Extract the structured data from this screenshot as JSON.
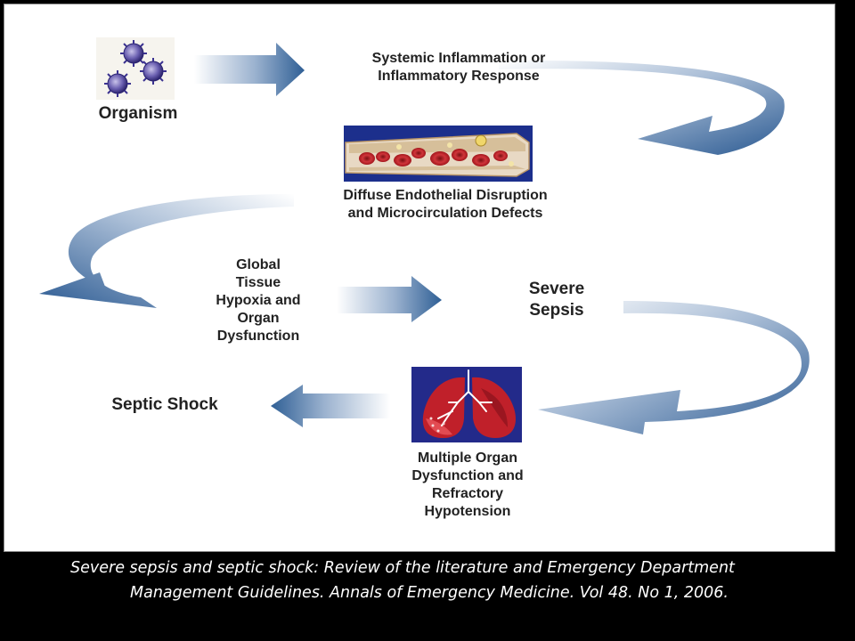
{
  "diagram": {
    "organism": {
      "label": "Organism"
    },
    "steps": [
      {
        "lines": [
          "Systemic Inflammation or",
          "Inflammatory Response"
        ]
      },
      {
        "lines": [
          "Diffuse Endothelial Disruption",
          "and Microcirculation Defects"
        ]
      },
      {
        "lines": [
          "Global",
          "Tissue",
          "Hypoxia and",
          "Organ",
          "Dysfunction"
        ]
      },
      {
        "lines": [
          "Severe",
          "Sepsis"
        ]
      },
      {
        "lines": [
          "Multiple Organ",
          "Dysfunction and",
          "Refractory",
          "Hypotension"
        ]
      }
    ],
    "outcome": {
      "label": "Septic Shock"
    },
    "images": [
      {
        "name": "organism-virus-icon"
      },
      {
        "name": "blood-vessel-illustration"
      },
      {
        "name": "lungs-illustration"
      }
    ],
    "colors": {
      "arrow_dark": "#2f5f95",
      "arrow_light": "#ffffff",
      "vessel_bg": "#1c2f8c",
      "lung_bg": "#232a8a",
      "lung_red": "#c0202a"
    }
  },
  "caption": {
    "line1": "Severe sepsis and septic shock: Review of the literature and Emergency Department",
    "line2": "Management Guidelines. Annals of Emergency Medicine. Vol 48. No 1, 2006."
  }
}
